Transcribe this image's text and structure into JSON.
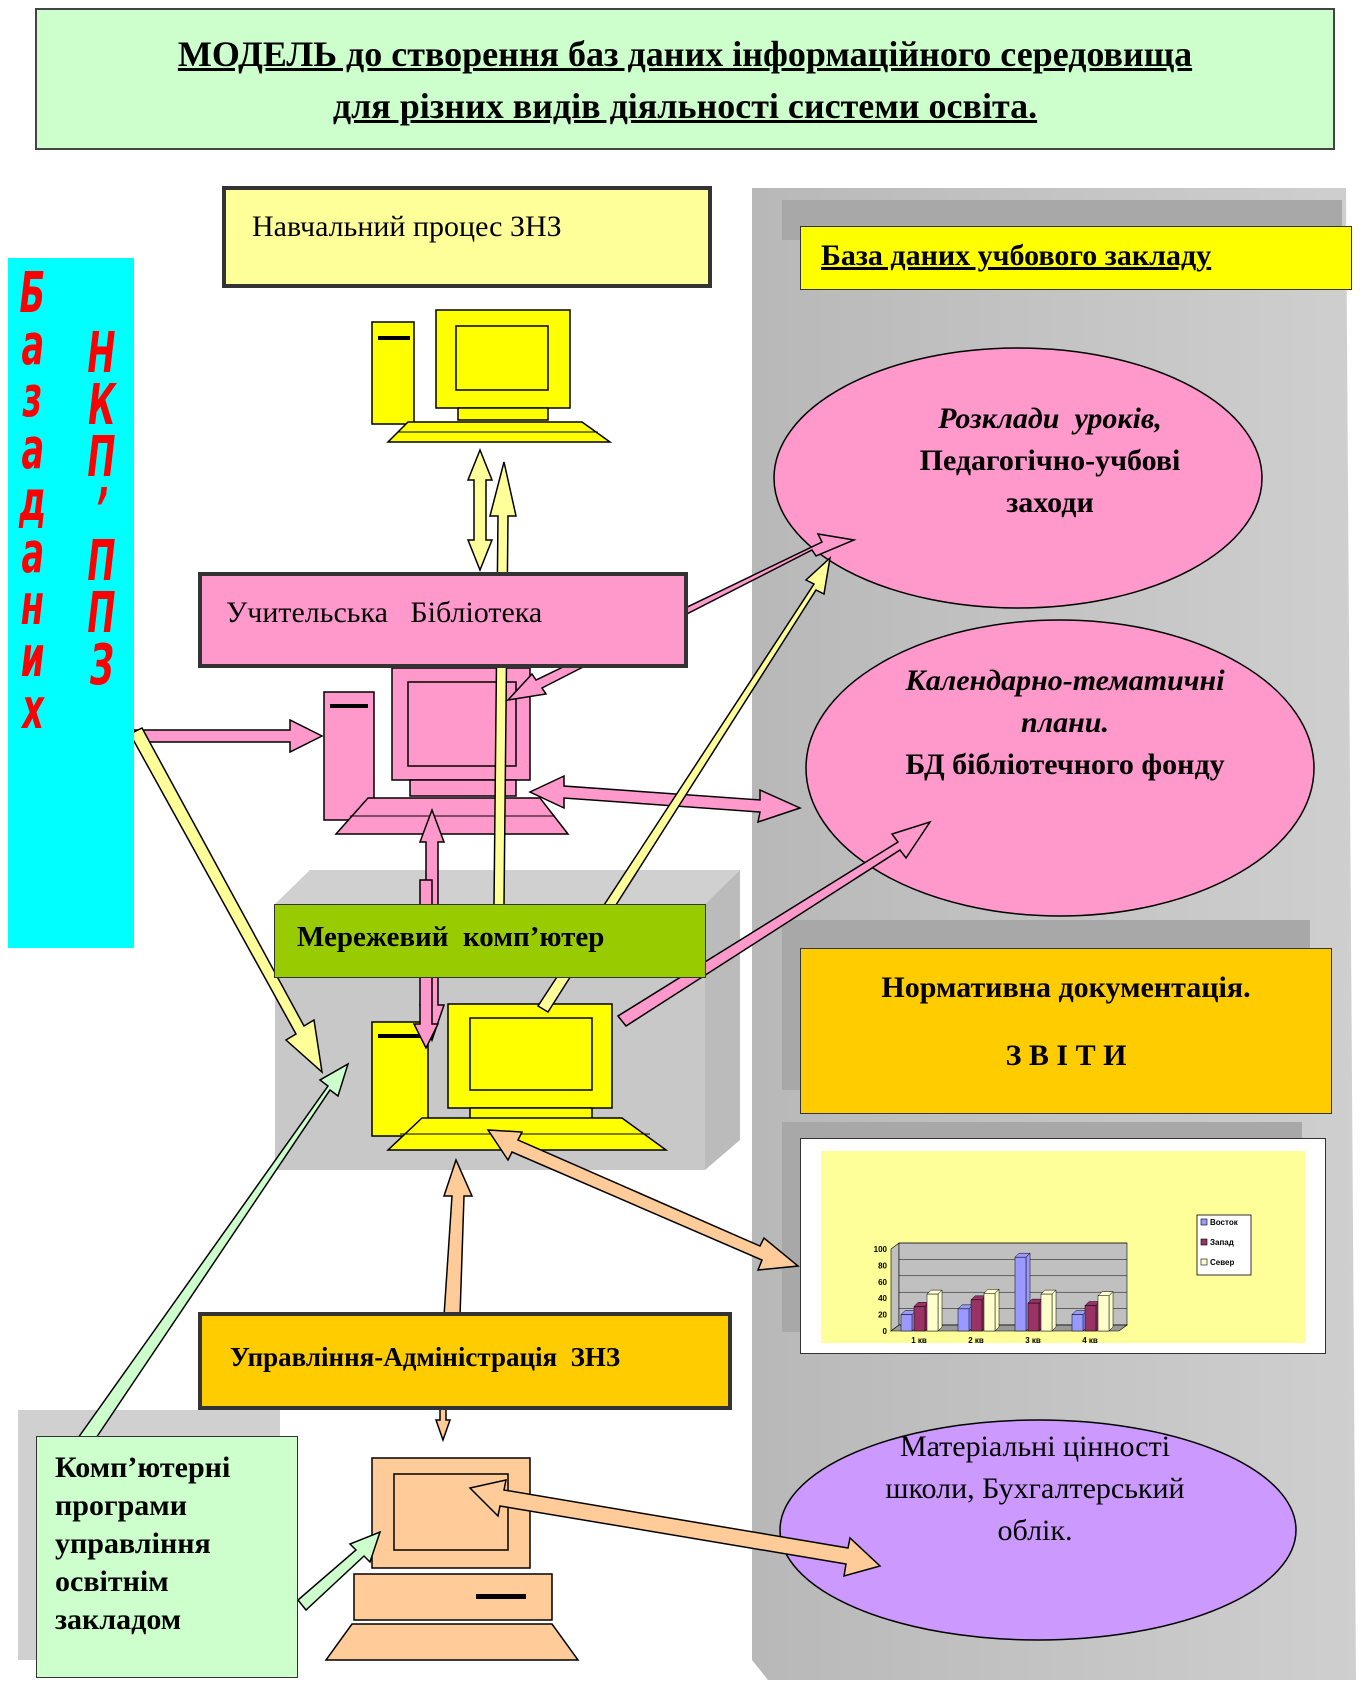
{
  "title": {
    "line1": "МОДЕЛЬ до створення баз даних інформаційного середовища",
    "line2": "для різних видів діяльності системи освіта."
  },
  "vertical_label": {
    "col1": [
      "Б",
      "а",
      "з",
      "а",
      "д",
      "а",
      "н",
      "и",
      "х"
    ],
    "col2": [
      "Н",
      "К",
      "П",
      "’",
      "П",
      "П",
      "З"
    ]
  },
  "boxes": {
    "learning_process": "Навчальний процес ЗНЗ",
    "teacher_library": "Учительська   Бібліотека",
    "network_computer": "Мережевий  комп’ютер",
    "administration": "Управління-Адміністрація  ЗНЗ",
    "school_db": "База даних учбового закладу",
    "normative": "Нормативна документація.",
    "reports": "З В І Т И",
    "programs": "Комп’ютерні програми управління освітнім закладом"
  },
  "ellipses": {
    "schedules_italic": "Розклади  уроків,",
    "schedules_rest": "Педагогічно-учбові заходи",
    "plans_italic": "Календарно-тематичні плани.",
    "plans_rest": "БД бібліотечного фонду",
    "material": "Матеріальні цінності школи, Бухгалтерський облік."
  },
  "colors": {
    "title_bg": "#ccffcc",
    "cyan": "#00ffff",
    "pink": "#ff99cc",
    "yellow": "#ffff00",
    "light_yellow": "#ffff99",
    "orange": "#ffcc00",
    "green": "#99cc00",
    "violet": "#cc99ff",
    "peach": "#ffcc99",
    "gray_panel": "#c0c0c0"
  },
  "chart_data": {
    "type": "bar",
    "categories": [
      "1 кв",
      "2 кв",
      "3 кв",
      "4 кв"
    ],
    "series": [
      {
        "name": "Восток",
        "values": [
          20,
          27,
          90,
          20
        ],
        "color": "#9999ff"
      },
      {
        "name": "Запад",
        "values": [
          30,
          38,
          34,
          31
        ],
        "color": "#993366"
      },
      {
        "name": "Север",
        "values": [
          45,
          46,
          45,
          43
        ],
        "color": "#ffffcc"
      }
    ],
    "y_ticks": [
      "0",
      "20",
      "40",
      "60",
      "80",
      "100"
    ],
    "ylim": [
      0,
      100
    ],
    "grid": true,
    "legend": "right"
  }
}
